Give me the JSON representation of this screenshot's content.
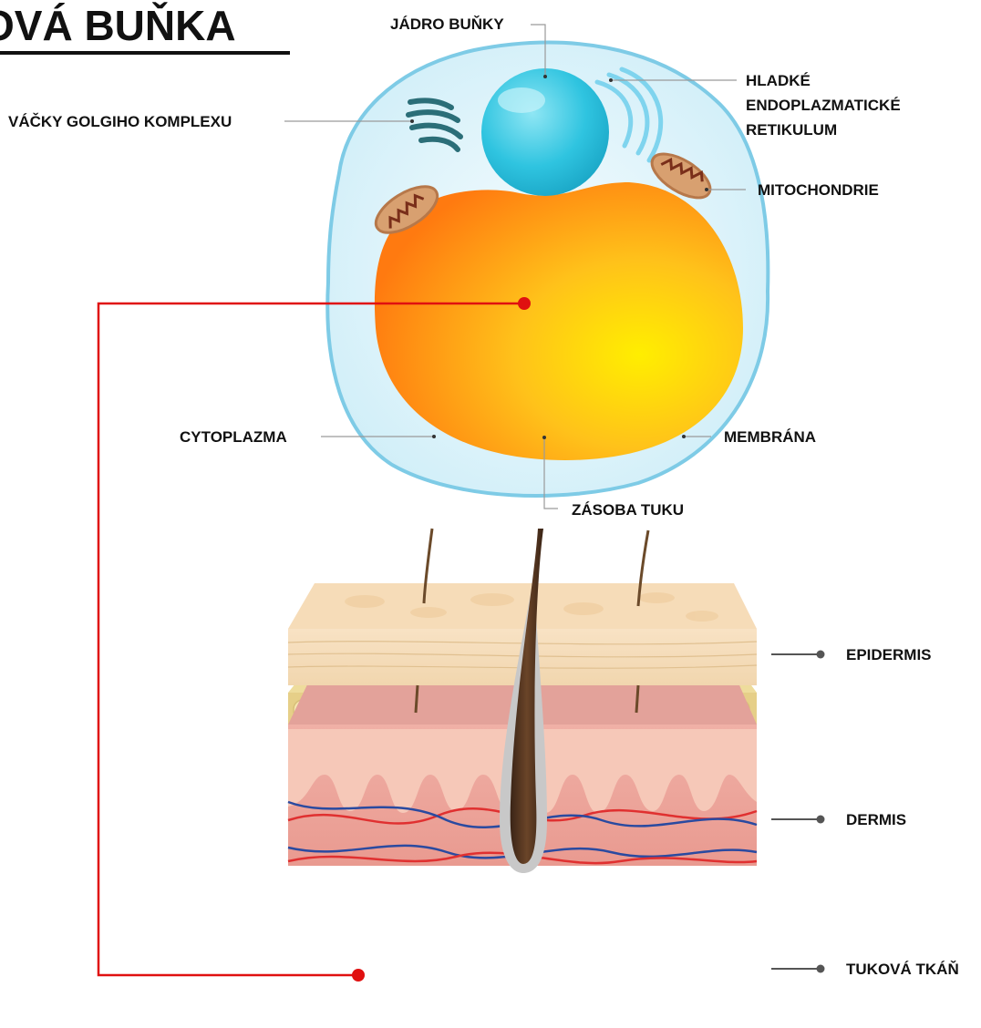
{
  "title": "OVÁ BUŇKA",
  "cell_labels": {
    "nucleus": "JÁDRO BUŇKY",
    "smooth_er_line1": "HLADKÉ",
    "smooth_er_line2": "ENDOPLAZMATICKÉ",
    "smooth_er_line3": "RETIKULUM",
    "golgi": "VÁČKY GOLGIHO KOMPLEXU",
    "mitochondria": "MITOCHONDRIE",
    "cytoplasm": "CYTOPLAZMA",
    "membrane": "MEMBRÁNA",
    "fat_store": "ZÁSOBA TUKU"
  },
  "skin_labels": {
    "epidermis": "EPIDERMIS",
    "dermis": "DERMIS",
    "adipose": "TUKOVÁ TKÁŇ"
  },
  "colors": {
    "connector": "#e01010",
    "leader": "#999999",
    "fat_droplet": "#ffb000",
    "nucleus": "#2ec5e0",
    "cytoplasm": "#dff4fb"
  }
}
